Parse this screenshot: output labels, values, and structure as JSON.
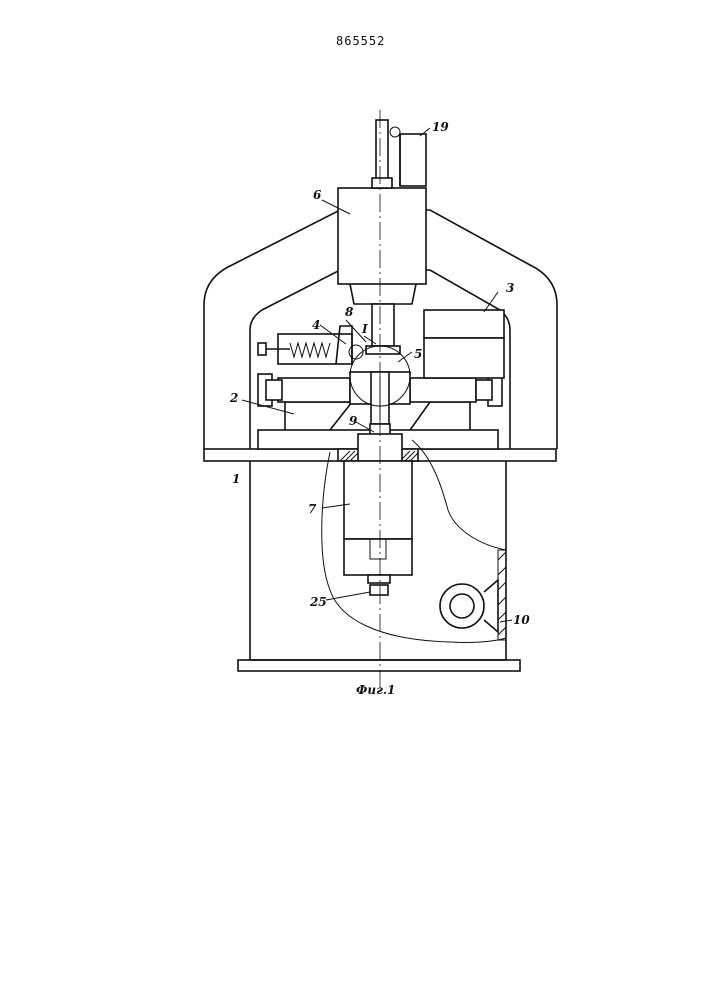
{
  "header": {
    "patent_number": "865552"
  },
  "caption": "Фиг.1",
  "labels": {
    "l1": "1",
    "l2": "2",
    "l3": "3",
    "l4": "4",
    "l5": "5",
    "l6": "6",
    "l7": "7",
    "l8": "8",
    "l9": "9",
    "l10": "10",
    "l19": "19",
    "l25": "25",
    "lI": "I"
  }
}
